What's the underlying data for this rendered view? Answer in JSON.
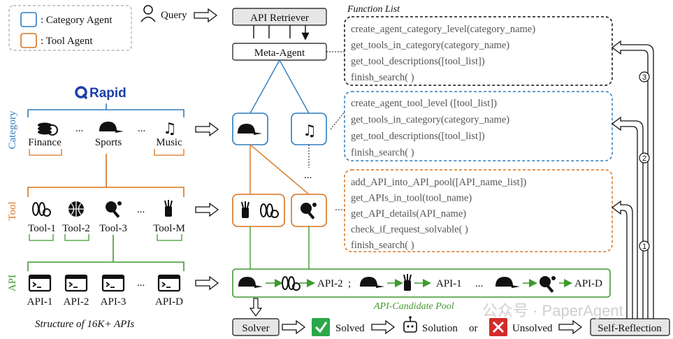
{
  "legend": {
    "category_agent": ": Category Agent",
    "tool_agent": ": Tool Agent"
  },
  "query": "Query",
  "api_retriever": "API Retriever",
  "meta_agent": "Meta-Agent",
  "function_list_title": "Function List",
  "function_groups": [
    {
      "items": [
        "create_agent_category_level(category_name)",
        "get_tools_in_category(category_name)",
        "get_tool_descriptions([tool_list])",
        "finish_search( )"
      ]
    },
    {
      "items": [
        "create_agent_tool_level ([tool_list])",
        "get_tools_in_category(category_name)",
        "get_tool_descriptions([tool_list])",
        "finish_search( )"
      ]
    },
    {
      "items": [
        "add_API_into_API_pool([API_name_list])",
        "get_APIs_in_tool(tool_name)",
        "get_API_details(API_name)",
        "check_if_request_solvable( )",
        "finish_search( )"
      ]
    }
  ],
  "rapid_logo": "Rapid",
  "row_labels": {
    "category": "Category",
    "tool": "Tool",
    "api": "API"
  },
  "categories": [
    "Finance",
    "Sports",
    "Music"
  ],
  "tools": [
    "Tool-1",
    "Tool-2",
    "Tool-3",
    "Tool-M"
  ],
  "apis": [
    "API-1",
    "API-2",
    "API-3",
    "API-D"
  ],
  "ellipsis": "...",
  "structure_caption": "Structure of 16K+ APIs",
  "pool_items": [
    "API-2",
    ";",
    "API-1",
    "...",
    "API-D"
  ],
  "pool_label": "API-Candidate Pool",
  "solver": "Solver",
  "solved": "Solved",
  "solution": "Solution",
  "or": "or",
  "unsolved": "Unsolved",
  "self_reflection": "Self-Reflection",
  "loop_numbers": [
    "1",
    "2",
    "3"
  ],
  "watermark": "公众号 · PaperAgent",
  "colors": {
    "category": "#2e7bbf",
    "tool": "#d9731f",
    "api": "#3f9a2e",
    "solved": "#2aa84a",
    "unsolved": "#d42a2a"
  }
}
